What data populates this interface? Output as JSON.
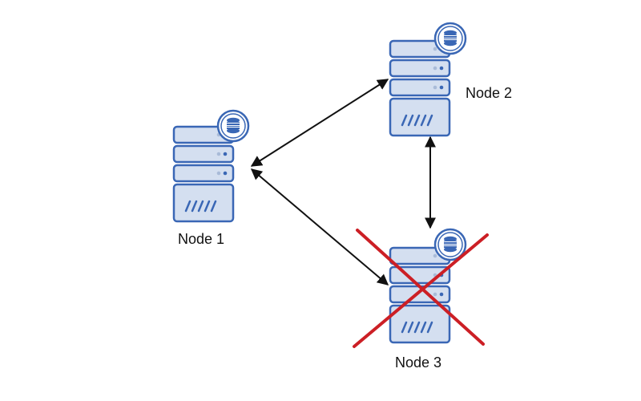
{
  "diagram": {
    "nodes": [
      {
        "label": "Node 1",
        "status": "online"
      },
      {
        "label": "Node 2",
        "status": "online"
      },
      {
        "label": "Node 3",
        "status": "failed"
      }
    ],
    "connections": [
      {
        "from": "Node 1",
        "to": "Node 2",
        "direction": "bidirectional"
      },
      {
        "from": "Node 1",
        "to": "Node 3",
        "direction": "bidirectional"
      },
      {
        "from": "Node 2",
        "to": "Node 3",
        "direction": "bidirectional"
      }
    ]
  },
  "colors": {
    "server_fill": "#d4dff0",
    "server_stroke": "#3a67b5",
    "arrow": "#111111",
    "failure_cross": "#cc1f25",
    "label_text": "#111111"
  },
  "icons": {
    "server": "server-rack-icon",
    "database_badge": "database-icon",
    "failure_mark": "red-x-icon"
  }
}
